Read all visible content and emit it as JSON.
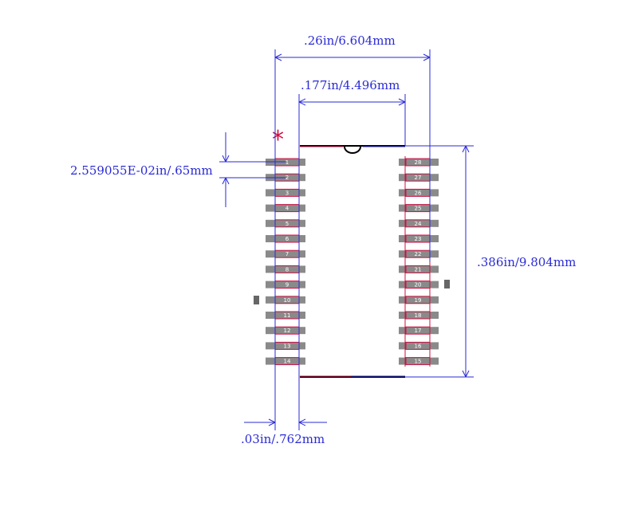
{
  "dimensions": {
    "overall_width": ".26in/6.604mm",
    "body_width": ".177in/4.496mm",
    "pitch": "2.559055E-02in/.65mm",
    "body_length": ".386in/9.804mm",
    "pad_width": ".03in/.762mm"
  },
  "pin1_marker": "*",
  "pins_left": [
    "1",
    "2",
    "3",
    "4",
    "5",
    "6",
    "7",
    "8",
    "9",
    "10",
    "11",
    "12",
    "13",
    "14"
  ],
  "pins_right": [
    "28",
    "27",
    "26",
    "25",
    "24",
    "23",
    "22",
    "21",
    "20",
    "19",
    "18",
    "17",
    "16",
    "15"
  ],
  "colors": {
    "dimension": "#2a2ad6",
    "outline": "#cc1144",
    "pad": "#8a8a8a",
    "body": "#000000"
  }
}
